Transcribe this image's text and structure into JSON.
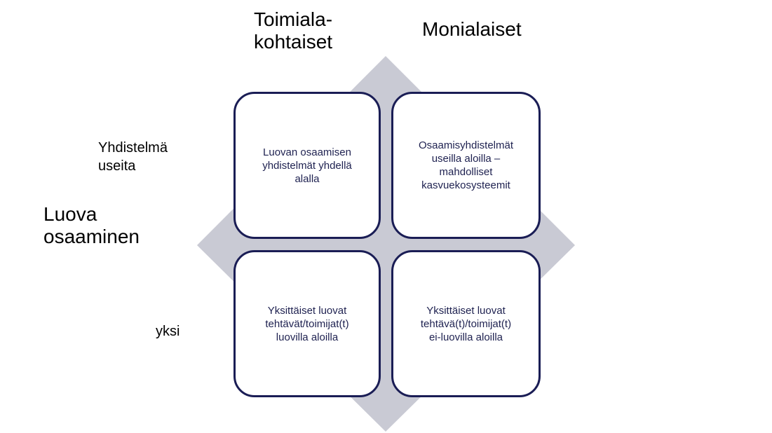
{
  "columns": {
    "left": "Toimiala-\nkohtaiset",
    "right": "Monialaiset"
  },
  "rows": {
    "top": "Yhdistelmä\nuseita",
    "bottom": "yksi"
  },
  "axis_label": "Luova\nosaaminen",
  "quadrants": {
    "top_left": "Luovan osaamisen\nyhdistelmät yhdellä\nalalla",
    "top_right": "Osaamisyhdistelmät\nuseilla aloilla –\nmahdolliset\nkasvuekosysteemit",
    "bottom_left": "Yksittäiset luovat\ntehtävät/toimijat(t)\nluovilla aloilla",
    "bottom_right": "Yksittäiset luovat\ntehtävä(t)/toimijat(t)\nei-luovilla aloilla"
  },
  "colors": {
    "diamond": "#c9cad4",
    "box_border": "#1a1d55",
    "box_text": "#1e2150"
  }
}
